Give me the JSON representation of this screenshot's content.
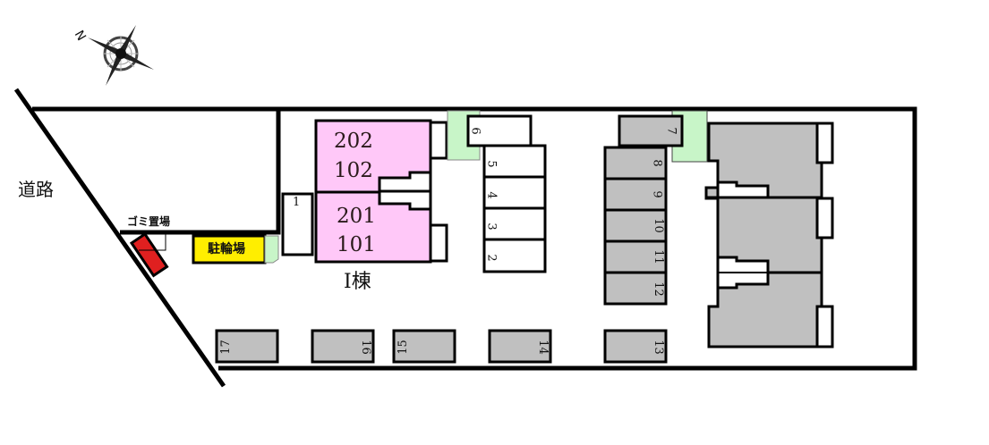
{
  "compass": {
    "north_label": "N"
  },
  "road_label": "道路",
  "garbage": {
    "label": "ゴミ置場",
    "color": "#e02020"
  },
  "bicycle": {
    "label": "駐輪場",
    "color": "#ffee00"
  },
  "building_i": {
    "name": "I棟",
    "color": "#ffc8f8",
    "units": [
      "202",
      "102",
      "201",
      "101"
    ]
  },
  "building_other": {
    "color": "#c0c0c0"
  },
  "green_color": "#c8f5c8",
  "parking": {
    "white_spaces": [
      "1",
      "2",
      "3",
      "4",
      "5",
      "6"
    ],
    "gray_spaces": [
      "7",
      "8",
      "9",
      "10",
      "11",
      "12",
      "13",
      "14",
      "15",
      "16",
      "17"
    ]
  }
}
